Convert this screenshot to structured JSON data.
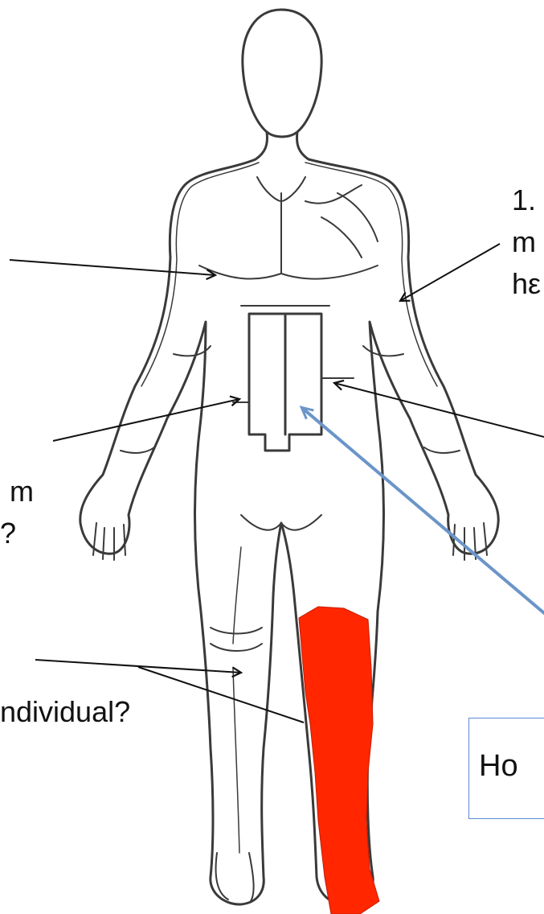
{
  "labels": {
    "right_top_line1": "1.",
    "right_top_line2": "m",
    "right_top_line3": "hε",
    "left_mid_line1": "m",
    "left_mid_line2": "?",
    "left_low": "ndividual?",
    "box_text": "Ho"
  },
  "colors": {
    "outline": "#333333",
    "highlight_leg": "#ff2600",
    "blue_arrow": "#6b95c9",
    "box_border": "#5b8ad1"
  },
  "icons": {
    "figure": "human-body-outline",
    "arrows": "black-pointer-arrow",
    "blue_arrow": "blue-pointer-arrow"
  }
}
